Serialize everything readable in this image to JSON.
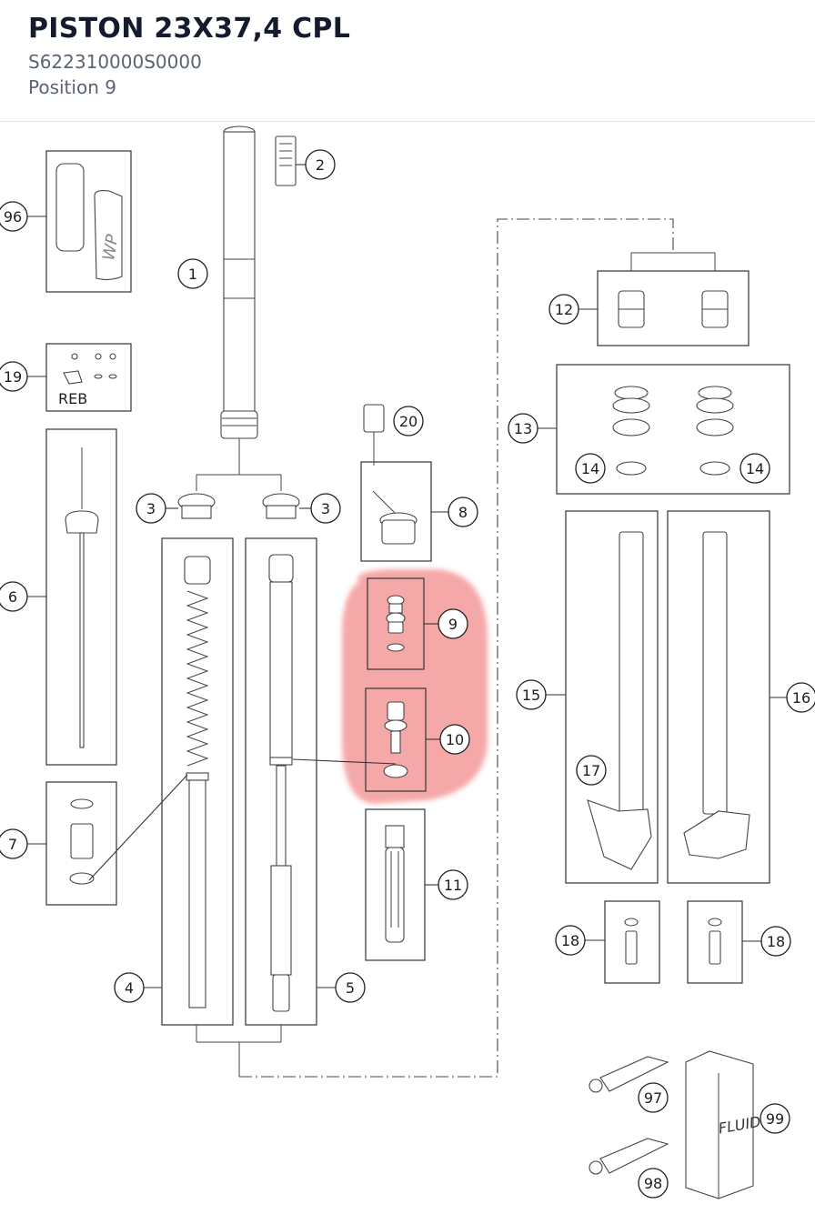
{
  "header": {
    "title": "PISTON 23X37,4 CPL",
    "part_number": "S622310000S0000",
    "position": "Position 9"
  },
  "diagram": {
    "highlight_color": "#f28b8b",
    "callouts": [
      {
        "label": "1"
      },
      {
        "label": "2"
      },
      {
        "label": "3"
      },
      {
        "label": "3"
      },
      {
        "label": "4"
      },
      {
        "label": "5"
      },
      {
        "label": "6"
      },
      {
        "label": "7"
      },
      {
        "label": "8"
      },
      {
        "label": "9"
      },
      {
        "label": "10"
      },
      {
        "label": "11"
      },
      {
        "label": "12"
      },
      {
        "label": "13"
      },
      {
        "label": "14"
      },
      {
        "label": "14"
      },
      {
        "label": "15"
      },
      {
        "label": "16"
      },
      {
        "label": "17"
      },
      {
        "label": "18"
      },
      {
        "label": "18"
      },
      {
        "label": "19"
      },
      {
        "label": "20"
      },
      {
        "label": "96"
      },
      {
        "label": "97"
      },
      {
        "label": "98"
      },
      {
        "label": "99"
      }
    ],
    "texts": {
      "reb": "REB",
      "fluid": "FLUID",
      "wp": "WP"
    }
  }
}
